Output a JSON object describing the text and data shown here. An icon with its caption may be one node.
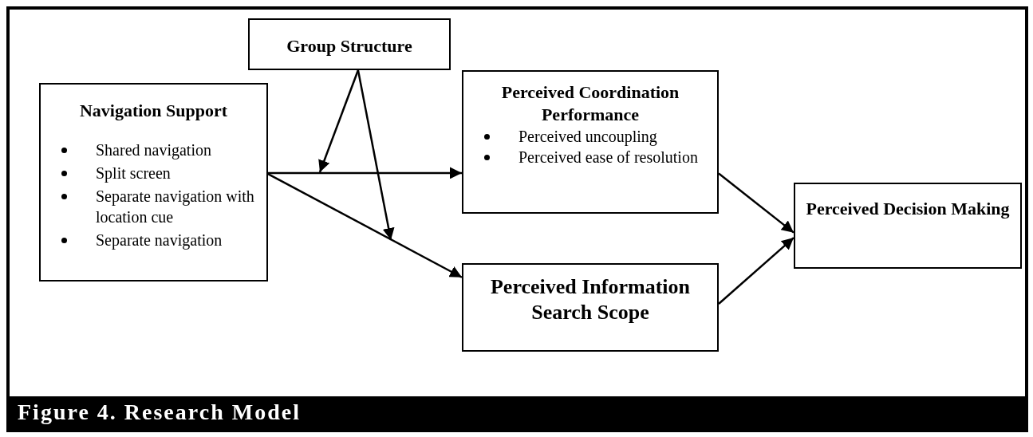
{
  "diagram": {
    "caption": "Figure 4. Research Model",
    "nodes": [
      {
        "text": [
          "Group Structure"
        ]
      },
      {
        "text": [
          "Navigation Support",
          "Shared navigation",
          "Split screen",
          "Separate navigation with location cue",
          "Separate navigation"
        ]
      },
      {
        "text": [
          "Perceived Coordination Performance",
          "Perceived uncoupling",
          "Perceived ease of resolution"
        ]
      },
      {
        "text": [
          "Perceived Information Search Scope"
        ]
      },
      {
        "text": [
          "Perceived Decision Making"
        ]
      }
    ],
    "edges": [
      {
        "from": 1,
        "to": 2,
        "arrow": "to"
      },
      {
        "from": 1,
        "to": 3,
        "arrow": "to"
      },
      {
        "from": 0,
        "to": null,
        "arrow": "to"
      },
      {
        "from": 0,
        "to": null,
        "arrow": "to"
      },
      {
        "from": 2,
        "to": 4,
        "arrow": "to"
      },
      {
        "from": 3,
        "to": 4,
        "arrow": "to"
      }
    ]
  }
}
